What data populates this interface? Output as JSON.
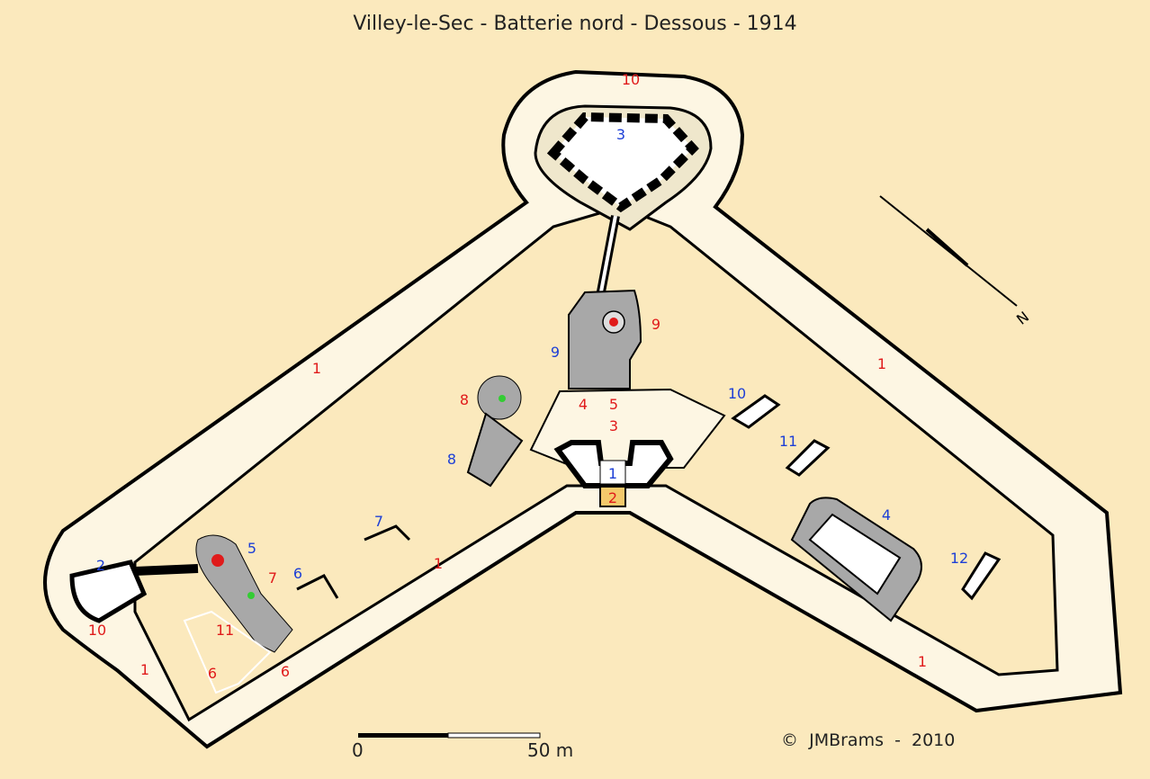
{
  "title": "Villey-le-Sec - Batterie nord - Dessous - 1914",
  "north_label": "N",
  "scale": {
    "start": "0",
    "end": "50 m"
  },
  "credit": {
    "symbol": "©",
    "text": "JMBrams  -  2010"
  },
  "colors": {
    "ground": "#fbe9bd",
    "rampart": "#fdf6e3",
    "structure_grey": "#a8a8a8",
    "red_label": "#e01b1b",
    "blue_label": "#1d3fd6"
  },
  "labels": {
    "l1": "10",
    "l2": "3",
    "l3": "9",
    "l4": "9",
    "l5": "1",
    "l6": "1",
    "l7": "8",
    "l8": "8",
    "l9": "4",
    "l10": "5",
    "l11": "3",
    "l12": "10",
    "l13": "11",
    "l14": "1",
    "l15": "2",
    "l16": "4",
    "l17": "12",
    "l18": "1",
    "l19": "7",
    "l20": "1",
    "l21": "2",
    "l22": "5",
    "l23": "7",
    "l24": "6",
    "l25": "10",
    "l26": "11",
    "l27": "1",
    "l28": "6",
    "l29": "6"
  }
}
